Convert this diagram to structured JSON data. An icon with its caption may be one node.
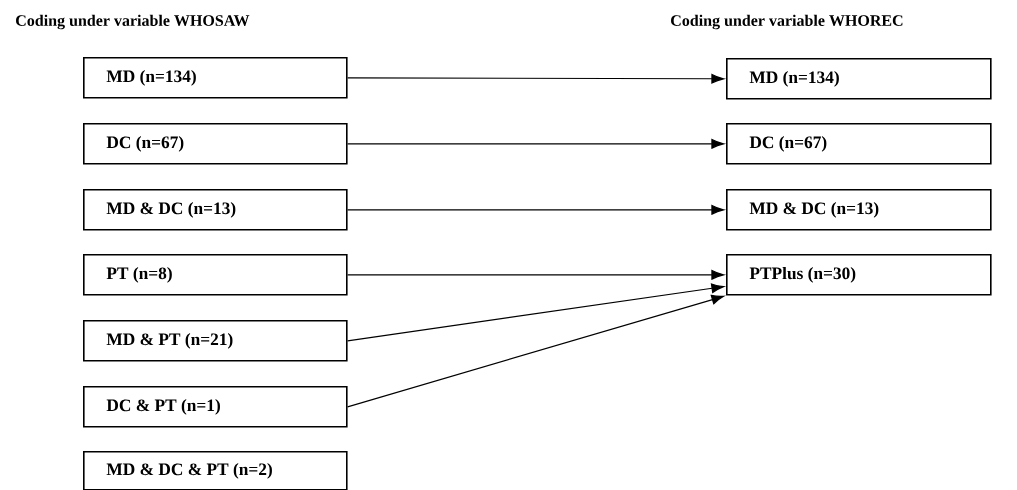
{
  "diagram": {
    "nodes": [
      {
        "text": [
          "MD (n=134)"
        ]
      },
      {
        "text": [
          "DC (n=67)"
        ]
      },
      {
        "text": [
          "MD & DC (n=13)"
        ]
      },
      {
        "text": [
          "PT (n=8)"
        ]
      },
      {
        "text": [
          "MD & PT (n=21)"
        ]
      },
      {
        "text": [
          "DC & PT (n=1)"
        ]
      },
      {
        "text": [
          "MD & DC & PT (n=2)"
        ]
      },
      {
        "text": [
          "MD (n=134)"
        ]
      },
      {
        "text": [
          "DC (n=67)"
        ]
      },
      {
        "text": [
          "MD & DC (n=13)"
        ]
      },
      {
        "text": [
          "PTPlus (n=30)"
        ]
      }
    ],
    "edges": [
      {
        "from": 0,
        "to": 7,
        "arrow": "to"
      },
      {
        "from": 1,
        "to": 8,
        "arrow": "to"
      },
      {
        "from": 2,
        "to": 9,
        "arrow": "to"
      },
      {
        "from": 3,
        "to": 10,
        "arrow": "to"
      },
      {
        "from": 4,
        "to": 10,
        "arrow": "to"
      },
      {
        "from": 5,
        "to": 10,
        "arrow": "to"
      }
    ],
    "labels": [
      "Coding under variable WHOSAW",
      "Coding under variable WHOREC"
    ]
  }
}
